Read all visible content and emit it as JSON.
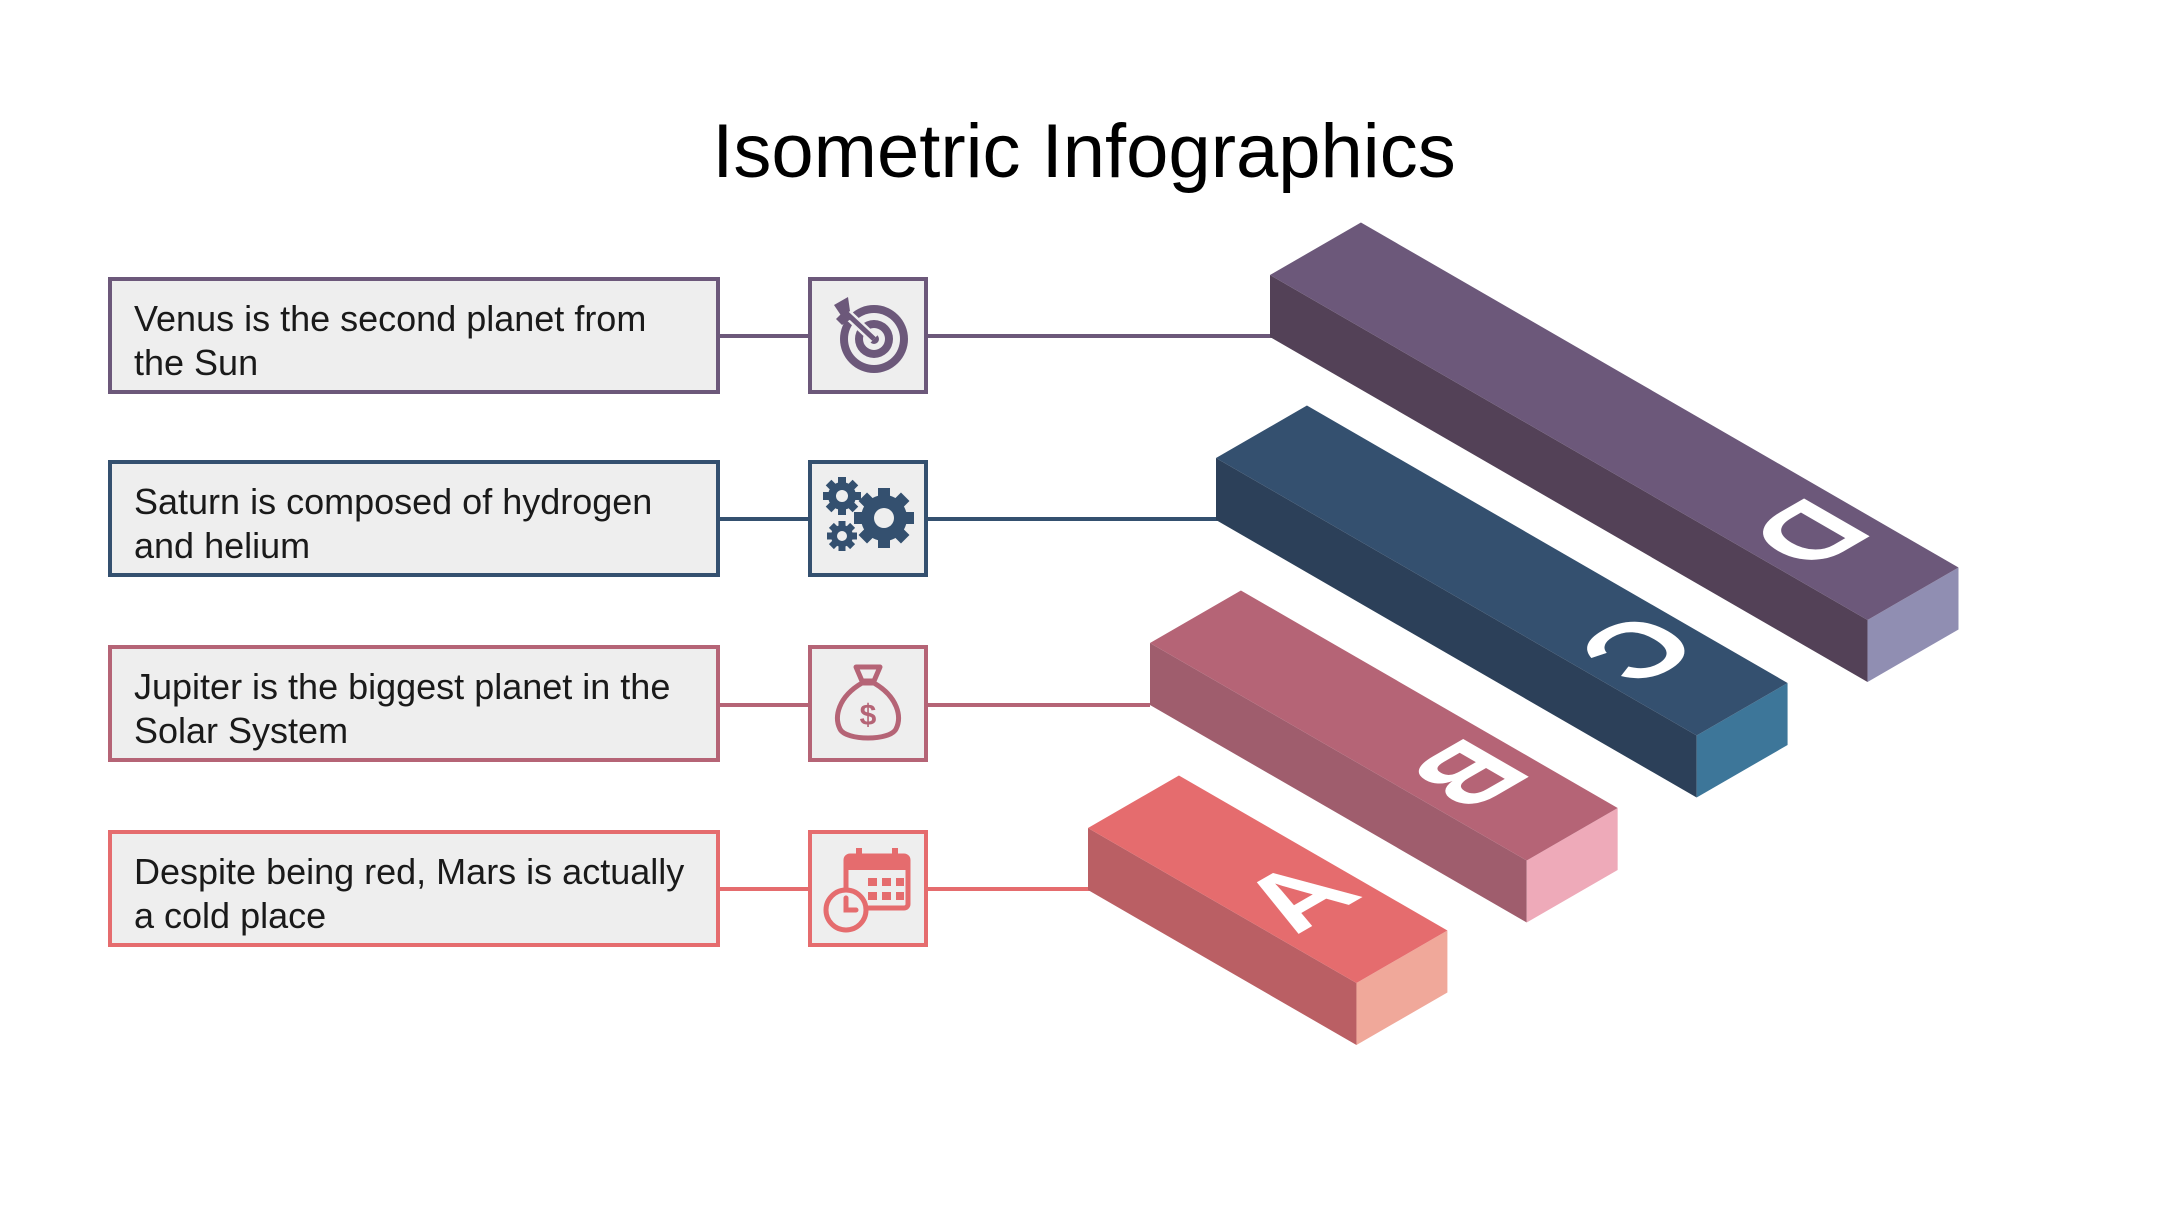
{
  "title": "Isometric Infographics",
  "items": [
    {
      "letter": "A",
      "text": "Despite being red, Mars is actually a cold place",
      "icon": "calendar-clock-icon",
      "colors": {
        "top": "#e56c6e",
        "side": "#ba5f64",
        "end": "#f0a89a",
        "stroke": "#e56c6e"
      }
    },
    {
      "letter": "B",
      "text": "Jupiter is the biggest planet in the Solar System",
      "icon": "money-bag-icon",
      "colors": {
        "top": "#b56476",
        "side": "#9f5d6d",
        "end": "#eeaab9",
        "stroke": "#b56476"
      }
    },
    {
      "letter": "C",
      "text": "Saturn is composed of hydrogen and helium",
      "icon": "gears-icon",
      "colors": {
        "top": "#34506f",
        "side": "#2c4059",
        "end": "#3d7699",
        "stroke": "#34506f"
      }
    },
    {
      "letter": "D",
      "text": "Venus is the second planet from the Sun",
      "icon": "target-icon",
      "colors": {
        "top": "#6c587a",
        "side": "#534157",
        "end": "#908eb2",
        "stroke": "#6c587a"
      }
    }
  ]
}
